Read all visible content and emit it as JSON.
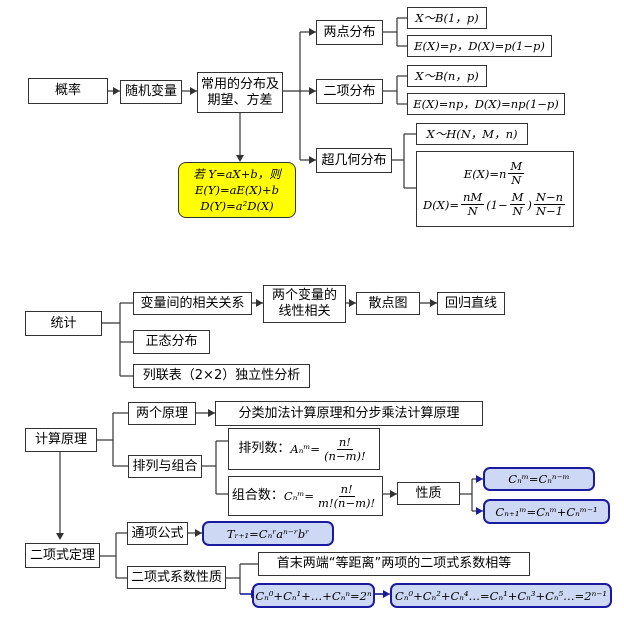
{
  "probability": {
    "root": "概率",
    "random_variable": "随机变量",
    "common_dist": [
      "常用的分布及",
      "期望、方差"
    ],
    "linear_note": [
      "若 Y=aX+b，则",
      "E(Y)=aE(X)+b",
      "D(Y)=a²D(X)"
    ],
    "two_point": "两点分布",
    "two_point_def": "X～B(1，p)",
    "two_point_ed": "E(X)=p，D(X)=p(1−p)",
    "binomial": "二项分布",
    "binomial_def": "X～B(n，p)",
    "binomial_ed": "E(X)=np，D(X)=np(1−p)",
    "hypergeo": "超几何分布",
    "hypergeo_def": "X～H(N，M，n)",
    "hypergeo_e_left": "E(X)=n",
    "hypergeo_e_num": "M",
    "hypergeo_e_den": "N",
    "hypergeo_d_left": "D(X)=",
    "hypergeo_d_f1_num": "nM",
    "hypergeo_d_f1_den": "N",
    "hypergeo_d_mid": "(1−",
    "hypergeo_d_f2_num": "M",
    "hypergeo_d_f2_den": "N",
    "hypergeo_d_close": ")",
    "hypergeo_d_f3_num": "N−n",
    "hypergeo_d_f3_den": "N−1"
  },
  "statistics": {
    "root": "统计",
    "correlation": "变量间的相关关系",
    "linear_corr": [
      "两个变量的",
      "线性相关"
    ],
    "scatter": "散点图",
    "regression": "回归直线",
    "normal": "正态分布",
    "contingency": "列联表（2×2）独立性分析"
  },
  "counting": {
    "root": "计算原理",
    "two_principles": "两个原理",
    "principles_text": "分类加法计算原理和分步乘法计算原理",
    "perm_comb": "排列与组合",
    "perm_label": "排列数：",
    "perm_left": "Aₙᵐ=",
    "perm_num": "n!",
    "perm_den": "(n−m)!",
    "comb_label": "组合数：",
    "comb_left": "Cₙᵐ=",
    "comb_num": "n!",
    "comb_den": "m!(n−m)!",
    "property": "性质",
    "prop1": "Cₙᵐ=Cₙⁿ⁻ᵐ",
    "prop2": "Cₙ₊₁ᵐ=Cₙᵐ+Cₙᵐ⁻¹"
  },
  "binomial_theorem": {
    "root": "二项式定理",
    "general_term": "通项公式",
    "general_formula": "Tᵣ₊₁=Cₙʳaⁿ⁻ʳbʳ",
    "coef_property": "二项式系数性质",
    "equidistant": "首末两端“等距离”两项的二项式系数相等",
    "sum_all": "Cₙ⁰+Cₙ¹+…+Cₙⁿ=2ⁿ",
    "sum_parity": "Cₙ⁰+Cₙ²+Cₙ⁴…=Cₙ¹+Cₙ³+Cₙ⁵…=2ⁿ⁻¹"
  },
  "colors": {
    "highlight": "#ffff00",
    "accent_fill": "#cdd8f5",
    "accent_border": "#1a1aa0"
  }
}
